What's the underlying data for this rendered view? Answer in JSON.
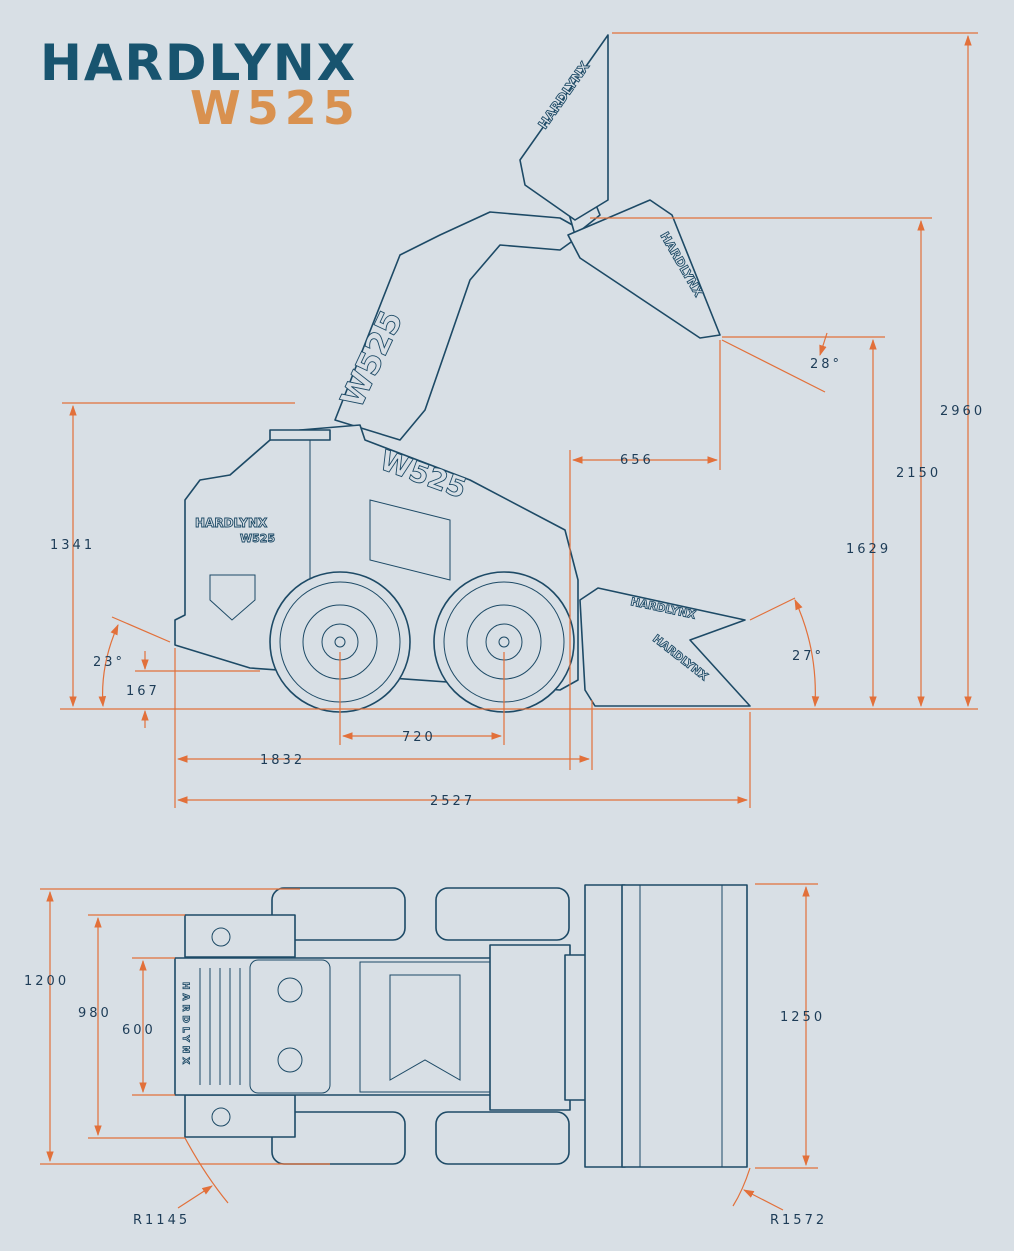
{
  "logo": {
    "brand": "HARDLYNX",
    "model": "W525"
  },
  "decals": {
    "brand": "HARDLYNX",
    "model": "W525"
  },
  "side_view": {
    "max_height": "2960",
    "hinge_pin_height": "2150",
    "dump_height": "1629",
    "dump_reach": "656",
    "dump_angle": "28°",
    "overall_height": "1341",
    "departure_angle": "23°",
    "ground_clearance": "167",
    "rollback_angle": "27°",
    "wheelbase": "720",
    "length_without_bucket": "1832",
    "overall_length": "2527"
  },
  "top_view": {
    "overall_width": "1200",
    "inner_width": "980",
    "track_inner": "600",
    "bucket_width": "1250",
    "turn_radius_rear": "R1145",
    "turn_radius_bucket": "R1572"
  },
  "colors": {
    "background": "#d8dfe5",
    "dimension": "#e2703a",
    "line": "#1d4a66",
    "brand_blue": "#18546f",
    "brand_orange": "#d9914f"
  }
}
